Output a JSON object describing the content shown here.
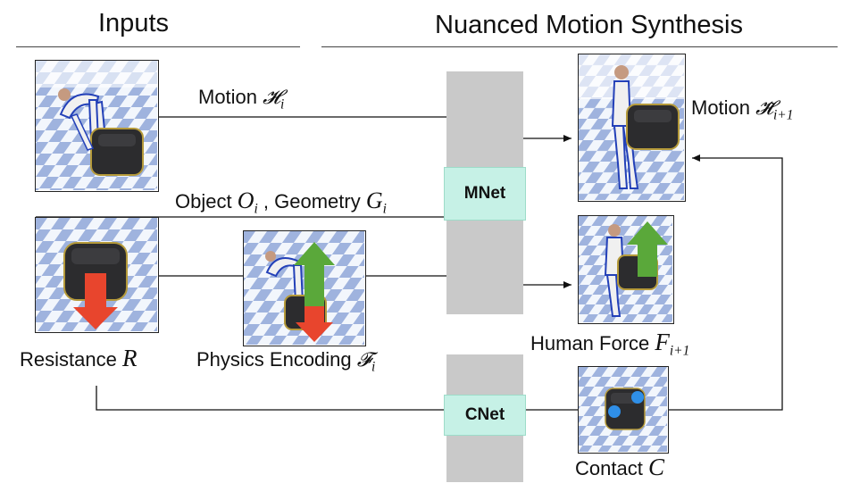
{
  "headers": {
    "inputs": "Inputs",
    "synthesis": "Nuanced Motion Synthesis"
  },
  "labels": {
    "motion_input": "Motion",
    "motion_input_symbol": "𝓗",
    "motion_input_sub": "i",
    "object": "Object",
    "object_symbol": "O",
    "object_sub": "i",
    "geometry": ", Geometry",
    "geometry_symbol": "G",
    "geometry_sub": "i",
    "resistance": "Resistance",
    "resistance_symbol": "R",
    "physics": "Physics Encoding",
    "physics_symbol": "𝓕",
    "physics_sub": "i",
    "motion_output": "Motion",
    "motion_output_symbol": "𝓗̃",
    "motion_output_sub": "i+1",
    "human_force": "Human Force",
    "human_force_symbol": "F",
    "human_force_sub": "i+1",
    "contact": "Contact",
    "contact_symbol": "C"
  },
  "networks": {
    "mnet": "MNet",
    "cnet": "CNet"
  },
  "colors": {
    "floor_light": "#f2f6fc",
    "floor_dark": "#9fb3de",
    "suit_white": "#f0f0f0",
    "suit_blue": "#2340b8",
    "box_dark": "#2c2c2e",
    "box_trim": "#b59a3a",
    "force_red": "#e8452d",
    "force_green": "#5aa83a",
    "contact_blue": "#2f8fe8",
    "net_gray": "#c9c9c9",
    "net_teal": "#c6f1e6"
  }
}
